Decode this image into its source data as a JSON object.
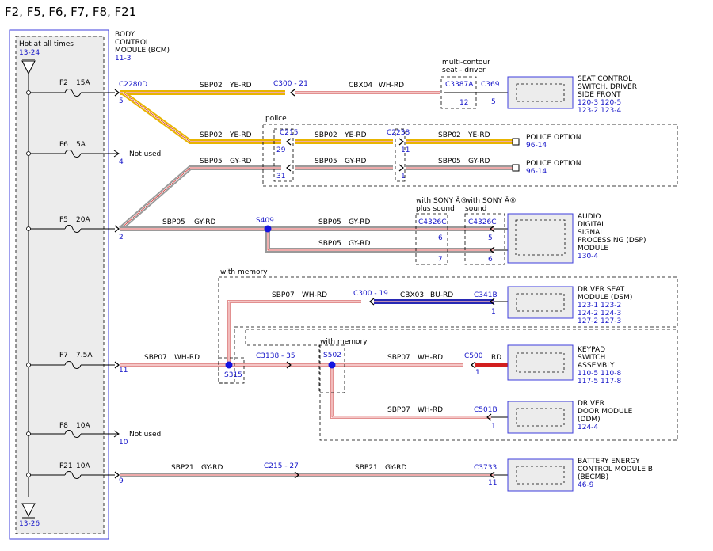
{
  "title": "F2, F5, F6, F7, F8, F21",
  "hot_label": "Hot at all times",
  "hot_ref_top": "13-24",
  "hot_ref_bottom": "13-26",
  "bcm": {
    "line1": "BODY",
    "line2": "CONTROL",
    "line3": "MODULE (BCM)",
    "ref": "11-3",
    "connector": "C2280D"
  },
  "fuses": [
    {
      "name": "F2",
      "amps": "15A",
      "pin": "5"
    },
    {
      "name": "F6",
      "amps": "5A",
      "pin": "4",
      "note": "Not used"
    },
    {
      "name": "F5",
      "amps": "20A",
      "pin": "2"
    },
    {
      "name": "F7",
      "amps": "7.5A",
      "pin": "11"
    },
    {
      "name": "F8",
      "amps": "10A",
      "pin": "10",
      "note": "Not used"
    },
    {
      "name": "F21",
      "amps": "10A",
      "pin": "9"
    }
  ],
  "wires": {
    "sbp02": "SBP02",
    "ye_rd": "YE-RD",
    "sbp05": "SBP05",
    "gy_rd": "GY-RD",
    "sbp07": "SBP07",
    "wh_rd": "WH-RD",
    "sbp21": "SBP21",
    "cbx04": "CBX04",
    "cbx03": "CBX03",
    "bu_rd": "BU-RD",
    "rd": "RD"
  },
  "connectors": {
    "c300_21": "C300  - 21",
    "c3387a": "C3387A",
    "c3387a_pin": "12",
    "c369": "C369",
    "c369_pin": "5",
    "c215": "C215",
    "c215_pin1": "29",
    "c215_pin2": "31",
    "c2238": "C2238",
    "c2238_pin1": "11",
    "c2238_pin2": "1",
    "s409": "S409",
    "c4326c_a": "C4326C",
    "c4326c_a_pin1": "6",
    "c4326c_a_pin2": "7",
    "c4326c_b": "C4326C",
    "c4326c_b_pin1": "5",
    "c4326c_b_pin2": "6",
    "c300_19": "C300  - 19",
    "c341b": "C341B",
    "c341b_pin": "1",
    "s315": "S315",
    "c3138_35": "C3138  - 35",
    "s502": "S502",
    "c500": "C500",
    "c500_pin": "1",
    "c501b": "C501B",
    "c501b_pin": "1",
    "c215_27": "C215  - 27",
    "c3733": "C3733",
    "c3733_pin": "11"
  },
  "notes": {
    "multi_contour_1": "multi-contour",
    "multi_contour_2": "seat - driver",
    "police": "police",
    "sony_plus_1": "with SONY Â®",
    "sony_plus_2": "plus sound",
    "sony_1": "with SONY Â®",
    "sony_2": "sound",
    "with_memory_1": "with memory",
    "with_memory_2": "with memory"
  },
  "components": {
    "seat_switch": {
      "l1": "SEAT CONTROL",
      "l2": "SWITCH, DRIVER",
      "l3": "SIDE FRONT",
      "r1": "120-3   120-5",
      "r2": "123-2   123-4"
    },
    "police1": {
      "l1": "POLICE OPTION",
      "r1": "96-14"
    },
    "police2": {
      "l1": "POLICE OPTION",
      "r1": "96-14"
    },
    "dsp": {
      "l1": "AUDIO",
      "l2": "DIGITAL",
      "l3": "SIGNAL",
      "l4": "PROCESSING (DSP)",
      "l5": "MODULE",
      "r1": "130-4"
    },
    "dsm": {
      "l1": "DRIVER SEAT",
      "l2": "MODULE (DSM)",
      "r1": "123-1   123-2",
      "r2": "124-2   124-3",
      "r3": "127-2   127-3"
    },
    "keypad": {
      "l1": "KEYPAD",
      "l2": "SWITCH",
      "l3": "ASSEMBLY",
      "r1": "110-5   110-8",
      "r2": "117-5   117-8"
    },
    "ddm": {
      "l1": "DRIVER",
      "l2": "DOOR MODULE",
      "l3": "(DDM)",
      "r1": "124-4"
    },
    "becmb": {
      "l1": "BATTERY ENERGY",
      "l2": "CONTROL MODULE B",
      "l3": "(BECMB)",
      "r1": "46-9"
    }
  },
  "colors": {
    "yellow": "#e8b400",
    "gray": "#9a9a9a",
    "white": "#ffffff",
    "red": "#d21e1e",
    "blue": "#2828b4",
    "link": "#1414c8",
    "box": "#3c3cdc"
  }
}
